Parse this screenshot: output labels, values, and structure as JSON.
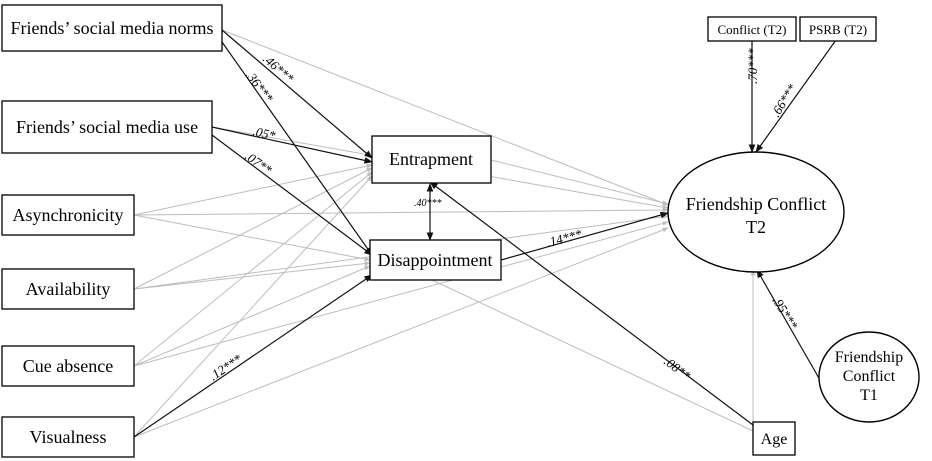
{
  "nodes": {
    "friends_norms": "Friends’ social media norms",
    "friends_use": "Friends’ social media use",
    "asynchronicity": "Asynchronicity",
    "availability": "Availability",
    "cue_absence": "Cue absence",
    "visualness": "Visualness",
    "entrapment": "Entrapment",
    "disappointment": "Disappointment",
    "conflict_t2": "Conflict (T2)",
    "psrb_t2": "PSRB (T2)",
    "friendship_conflict_t2": [
      "Friendship Conflict",
      "T2"
    ],
    "friendship_conflict_t1": [
      "Friendship",
      "Conflict",
      "T1"
    ],
    "age": "Age"
  },
  "coefficients": {
    "norms_entrapment": ".46***",
    "norms_disappointment": ".36***",
    "use_entrapment": ".05*",
    "use_disappointment": ".07**",
    "entrapment_disappointment": ".40***",
    "disappointment_fc_t2": ".14***",
    "conflict_t2_loading": ".70***",
    "psrb_t2_loading": ".66***",
    "fc_t1_fc_t2": ".95***",
    "visualness_disappointment": ".12***",
    "age_entrapment": ".08**"
  },
  "colors": {
    "significant_path": "#111111",
    "nonsignificant_path": "#bdbdbd"
  }
}
